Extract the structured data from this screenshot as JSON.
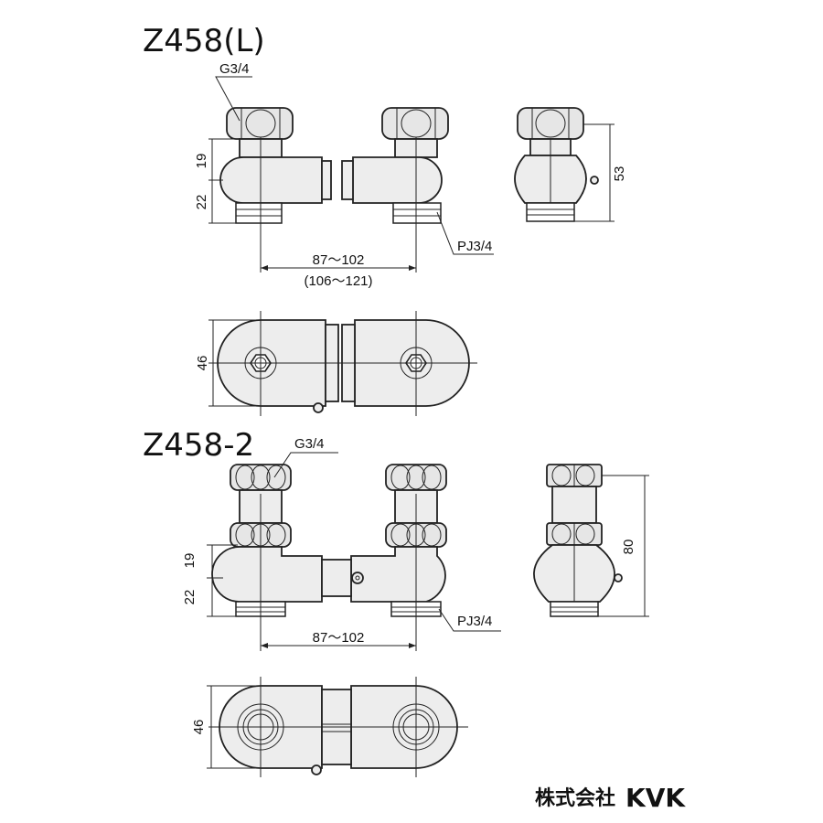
{
  "brand": {
    "company_jp": "株式会社",
    "logo": "KVK"
  },
  "models": [
    {
      "title": "Z458(L)",
      "labels": {
        "inlet": "G3/4",
        "outlet": "PJ3/4",
        "dim_upper": "19",
        "dim_lower": "22",
        "dim_height": "53",
        "dim_width": "87～102",
        "dim_width_alt": "(106～121)",
        "dim_depth": "46"
      }
    },
    {
      "title": "Z458-2",
      "labels": {
        "inlet": "G3/4",
        "outlet": "PJ3/4",
        "dim_upper": "19",
        "dim_lower": "22",
        "dim_height": "80",
        "dim_width": "87～102",
        "dim_depth": "46"
      }
    }
  ]
}
